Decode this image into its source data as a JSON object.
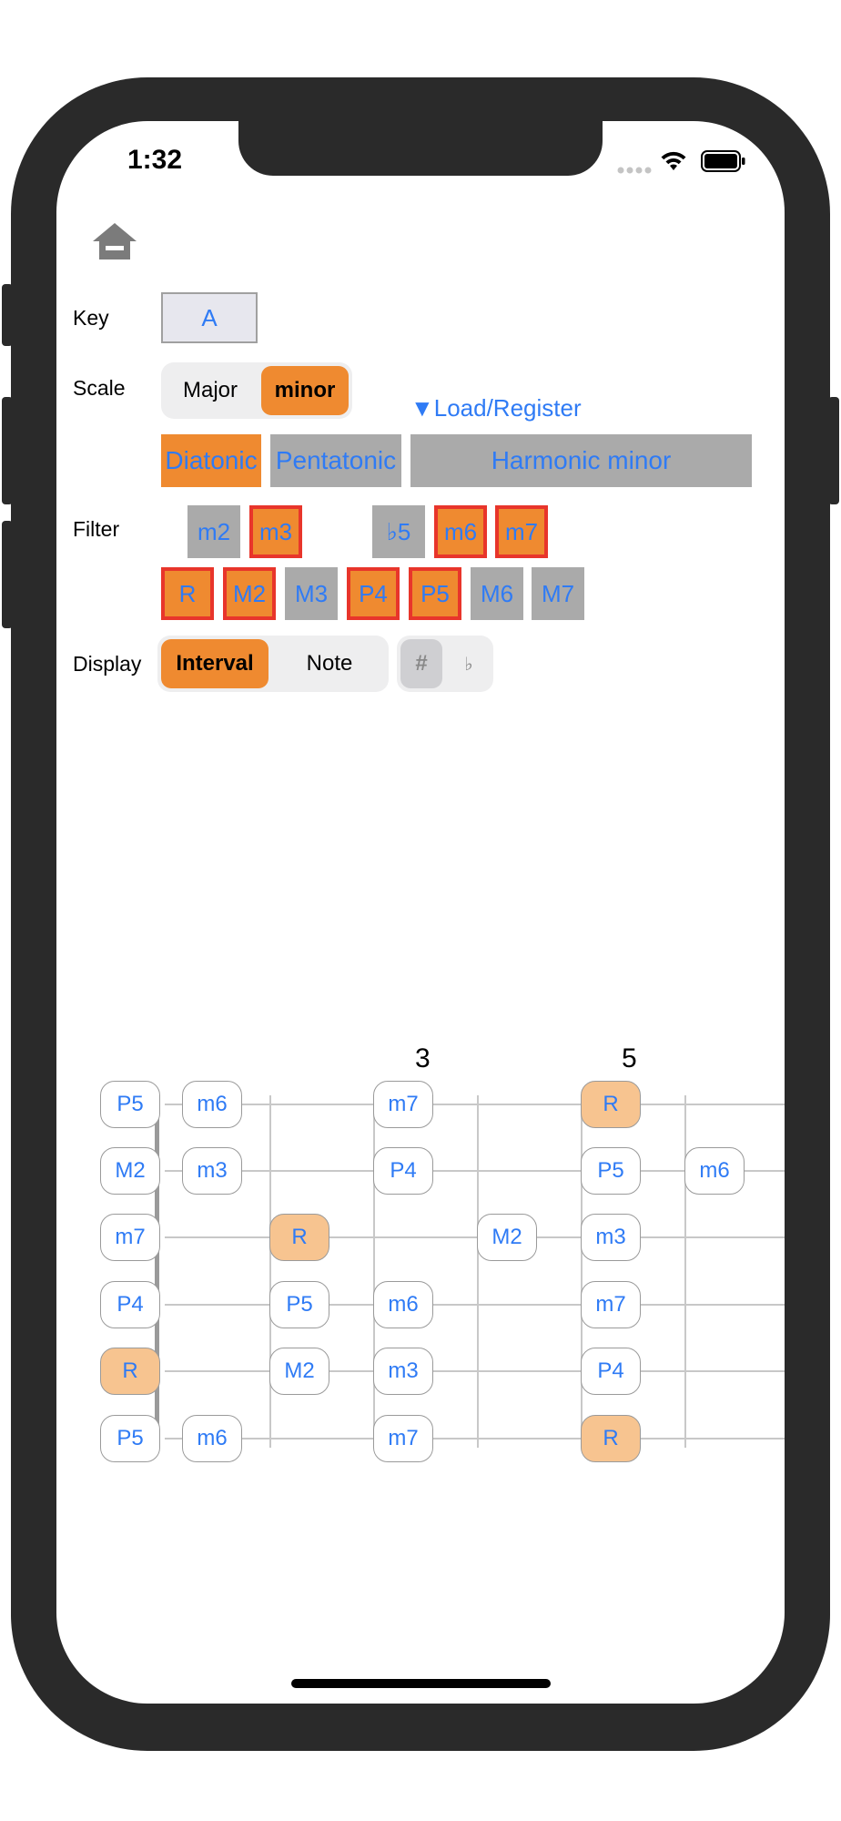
{
  "status_bar": {
    "time": "1:32"
  },
  "home_icon": "home-icon",
  "key": {
    "label": "Key",
    "value": "A"
  },
  "scale": {
    "label": "Scale",
    "options": [
      "Major",
      "minor"
    ],
    "selected": "minor"
  },
  "load_register": "▼Load/Register",
  "scale_types": {
    "items": [
      "Diatonic",
      "Pentatonic",
      "Harmonic minor"
    ],
    "selected": "Diatonic"
  },
  "filter": {
    "label": "Filter",
    "row1": [
      {
        "label": "m2",
        "on": false
      },
      {
        "label": "m3",
        "on": true
      },
      {
        "label": "♭5",
        "on": false
      },
      {
        "label": "m6",
        "on": true
      },
      {
        "label": "m7",
        "on": true
      }
    ],
    "row2": [
      {
        "label": "R",
        "on": true
      },
      {
        "label": "M2",
        "on": true
      },
      {
        "label": "M3",
        "on": false
      },
      {
        "label": "P4",
        "on": true
      },
      {
        "label": "P5",
        "on": true
      },
      {
        "label": "M6",
        "on": false
      },
      {
        "label": "M7",
        "on": false
      }
    ]
  },
  "display": {
    "label": "Display",
    "options": [
      "Interval",
      "Note"
    ],
    "selected": "Interval",
    "accidentals": [
      "#",
      "♭"
    ],
    "accidental_selected": "#"
  },
  "fretboard": {
    "fret_numbers": [
      "3",
      "5"
    ],
    "notes": [
      {
        "string": 1,
        "fret": 0,
        "label": "P5",
        "root": false
      },
      {
        "string": 1,
        "fret": 1,
        "label": "m6",
        "root": false
      },
      {
        "string": 1,
        "fret": 3,
        "label": "m7",
        "root": false
      },
      {
        "string": 1,
        "fret": 5,
        "label": "R",
        "root": true
      },
      {
        "string": 2,
        "fret": 0,
        "label": "M2",
        "root": false
      },
      {
        "string": 2,
        "fret": 1,
        "label": "m3",
        "root": false
      },
      {
        "string": 2,
        "fret": 3,
        "label": "P4",
        "root": false
      },
      {
        "string": 2,
        "fret": 5,
        "label": "P5",
        "root": false
      },
      {
        "string": 2,
        "fret": 6,
        "label": "m6",
        "root": false
      },
      {
        "string": 3,
        "fret": 0,
        "label": "m7",
        "root": false
      },
      {
        "string": 3,
        "fret": 2,
        "label": "R",
        "root": true
      },
      {
        "string": 3,
        "fret": 4,
        "label": "M2",
        "root": false
      },
      {
        "string": 3,
        "fret": 5,
        "label": "m3",
        "root": false
      },
      {
        "string": 4,
        "fret": 0,
        "label": "P4",
        "root": false
      },
      {
        "string": 4,
        "fret": 2,
        "label": "P5",
        "root": false
      },
      {
        "string": 4,
        "fret": 3,
        "label": "m6",
        "root": false
      },
      {
        "string": 4,
        "fret": 5,
        "label": "m7",
        "root": false
      },
      {
        "string": 5,
        "fret": 0,
        "label": "R",
        "root": true
      },
      {
        "string": 5,
        "fret": 2,
        "label": "M2",
        "root": false
      },
      {
        "string": 5,
        "fret": 3,
        "label": "m3",
        "root": false
      },
      {
        "string": 5,
        "fret": 5,
        "label": "P4",
        "root": false
      },
      {
        "string": 6,
        "fret": 0,
        "label": "P5",
        "root": false
      },
      {
        "string": 6,
        "fret": 1,
        "label": "m6",
        "root": false
      },
      {
        "string": 6,
        "fret": 3,
        "label": "m7",
        "root": false
      },
      {
        "string": 6,
        "fret": 5,
        "label": "R",
        "root": true
      }
    ]
  },
  "colors": {
    "accent": "#ef8a30",
    "link": "#2f7bf5",
    "filter_on_border": "#e8352b",
    "root_note": "#f7c490",
    "chip_off": "#aaaaaa"
  }
}
